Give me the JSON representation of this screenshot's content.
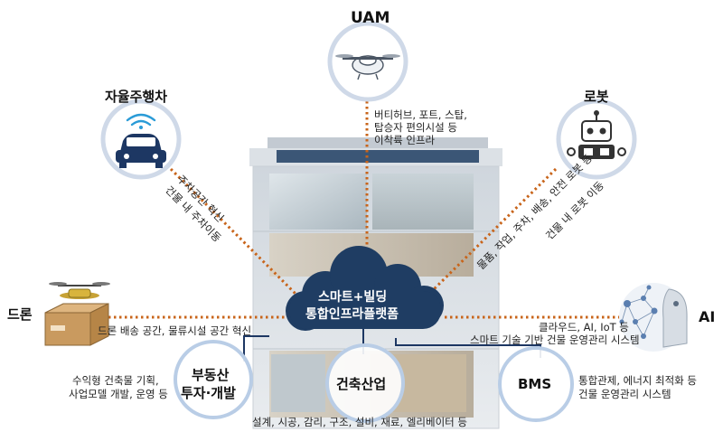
{
  "categories": {
    "uam": "UAM",
    "car": "자율주행차",
    "robot": "로봇",
    "drone": "드론",
    "ai": "AI"
  },
  "center": {
    "line1": "스마트+빌딩",
    "line2": "통합인프라플랫폼"
  },
  "bottom": {
    "realestate_line1": "부동산",
    "realestate_line2": "투자·개발",
    "construction": "건축산업",
    "bms": "BMS"
  },
  "descriptions": {
    "uam": [
      "버티허브, 포트, 스탑,",
      "탑승자 편의시설 등",
      "이착륙 인프라"
    ],
    "car": [
      "주차공간 혁신",
      "건물 내 주차이동"
    ],
    "robot": [
      "물품, 작업, 주차, 배송, 안전 로봇 등",
      "건물 내 로봇 이동"
    ],
    "drone": "드론 배송 공간, 물류시설 공간 혁신",
    "ai": [
      "클라우드, AI, IoT 등",
      "스마트 기술 기반 건물 운영관리 시스템"
    ],
    "realestate": [
      "수익형 건축물 기획,",
      "사업모델 개발, 운영 등"
    ],
    "construction": "설계, 시공, 감리, 구조, 설비, 재료, 엘리베이터 등",
    "bms": [
      "통합관제, 에너지 최적화 등",
      "건물 운영관리 시스템"
    ]
  },
  "colors": {
    "navy": "#1d3763",
    "dot_line": "#c8641a",
    "circle_border": "#cfd9e8",
    "cloud": "#204066",
    "bottom_circle": "#b9cde6"
  },
  "icons": {
    "uam": "uam-aircraft-icon",
    "car": "autonomous-car-icon",
    "robot": "robot-icon",
    "drone": "drone-package-icon",
    "ai": "ai-robot-icon"
  }
}
